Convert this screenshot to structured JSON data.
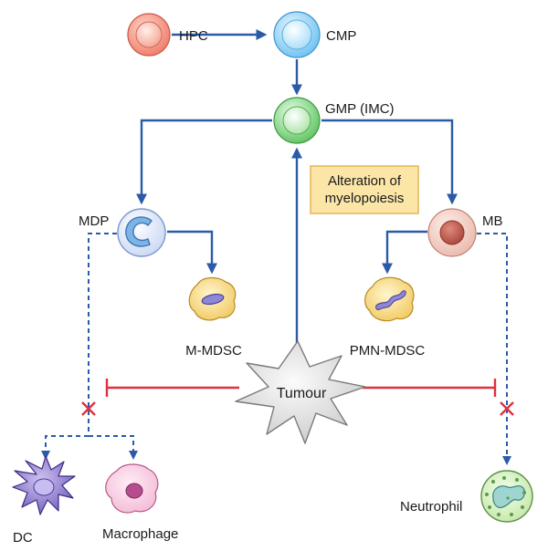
{
  "cells": {
    "hpc": "HPC",
    "cmp": "CMP",
    "gmp": "GMP (IMC)",
    "mdp": "MDP",
    "mb": "MB",
    "m_mdsc": "M-MDSC",
    "pmn_mdsc": "PMN-MDSC",
    "tumour": "Tumour",
    "dc": "DC",
    "macrophage": "Macrophage",
    "neutrophil": "Neutrophil"
  },
  "annotation": {
    "line1": "Alteration of",
    "line2": "myelopoiesis"
  },
  "colors": {
    "arrow_blue": "#2b5aa8",
    "inhibit_red": "#e0303e",
    "box_fill": "#fbe6a8",
    "box_stroke": "#e2b24a"
  }
}
